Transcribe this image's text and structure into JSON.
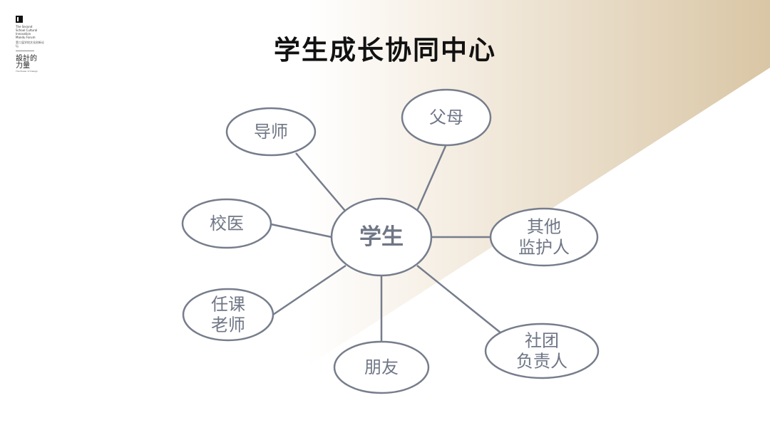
{
  "logo": {
    "lines": [
      "The Second",
      "School Cultural",
      "Innovation",
      "Mandu Forum"
    ],
    "cn_caption": "第二届学校文化创新论坛",
    "seal": "設計的力量",
    "seal_en": "The Power of Design"
  },
  "title": "学生成长协同中心",
  "center": {
    "label": "学生"
  },
  "nodes": [
    {
      "id": "mentor",
      "lines": [
        "导师"
      ]
    },
    {
      "id": "parents",
      "lines": [
        "父母"
      ]
    },
    {
      "id": "school-doctor",
      "lines": [
        "校医"
      ]
    },
    {
      "id": "other-guardian",
      "lines": [
        "其他",
        "监护人"
      ]
    },
    {
      "id": "subject-teacher",
      "lines": [
        "任课",
        "老师"
      ]
    },
    {
      "id": "club-leader",
      "lines": [
        "社团",
        "负责人"
      ]
    },
    {
      "id": "friends",
      "lines": [
        "朋友"
      ]
    }
  ],
  "colors": {
    "stroke": "#767d8c",
    "text": "#6f7685",
    "gold": "#d9c6a5"
  }
}
